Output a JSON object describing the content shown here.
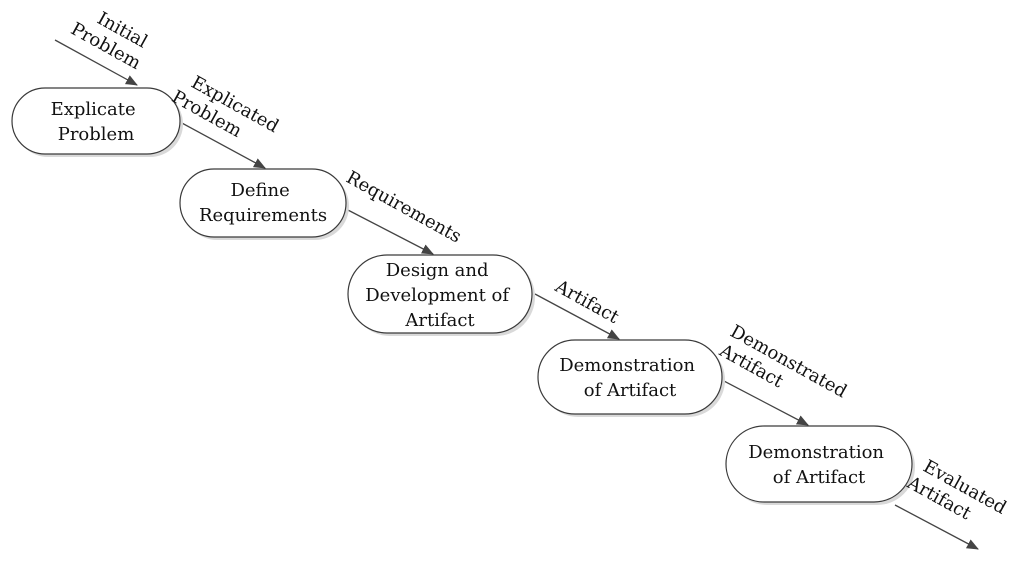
{
  "nodes": [
    {
      "id": "explicate-problem",
      "lines": [
        "Explicate",
        "Problem"
      ]
    },
    {
      "id": "define-requirements",
      "lines": [
        "Define",
        "Requirements"
      ]
    },
    {
      "id": "design-development",
      "lines": [
        "Design and",
        "Development of",
        "Artifact"
      ]
    },
    {
      "id": "demonstration-1",
      "lines": [
        "Demonstration",
        "of Artifact"
      ]
    },
    {
      "id": "demonstration-2",
      "lines": [
        "Demonstration",
        "of Artifact"
      ]
    }
  ],
  "edges": [
    {
      "id": "initial-problem",
      "lines": [
        "Initial",
        "Problem"
      ]
    },
    {
      "id": "explicated-problem",
      "lines": [
        "Explicated",
        "Problem"
      ]
    },
    {
      "id": "requirements",
      "lines": [
        "Requirements"
      ]
    },
    {
      "id": "artifact",
      "lines": [
        "Artifact"
      ]
    },
    {
      "id": "demonstrated-artifact",
      "lines": [
        "Demonstrated",
        "Artifact"
      ]
    },
    {
      "id": "evaluated-artifact",
      "lines": [
        "Evaluated",
        "Artifact"
      ]
    }
  ]
}
